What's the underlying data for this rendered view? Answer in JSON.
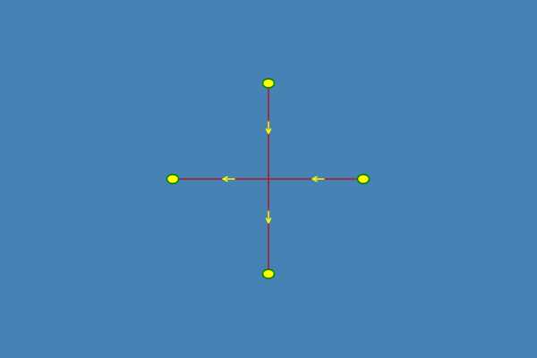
{
  "canvas": {
    "background": "#4682b4"
  },
  "colors": {
    "line": "#b0182a",
    "node_fill": "#ffff00",
    "node_stroke": "#008000",
    "arrow": "#ffff00"
  },
  "diagram": {
    "kind": "cross-shaped graph, four edges meeting at a center junction",
    "nodes": [
      {
        "id": "top",
        "shape": "ellipse"
      },
      {
        "id": "bottom",
        "shape": "ellipse"
      },
      {
        "id": "left",
        "shape": "ellipse"
      },
      {
        "id": "right",
        "shape": "ellipse"
      }
    ],
    "edges": [
      {
        "id": "vertical",
        "from": "top",
        "to": "bottom",
        "arrow_direction": "down",
        "arrow_count": 2
      },
      {
        "id": "horizontal",
        "from": "right",
        "to": "left",
        "arrow_direction": "left",
        "arrow_count": 2
      }
    ]
  }
}
